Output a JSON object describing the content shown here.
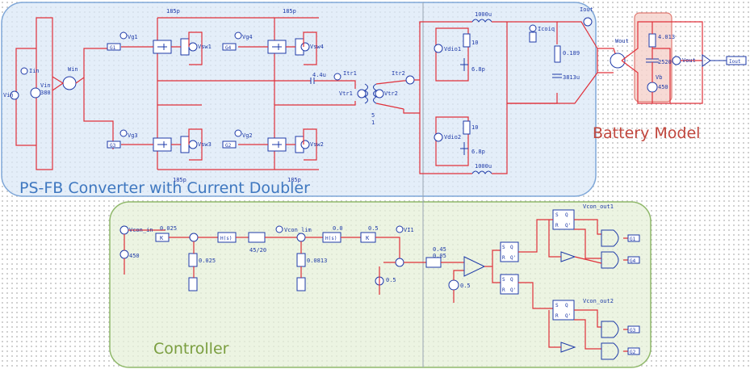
{
  "regions": {
    "converter": {
      "title": "PS-FB Converter with Current Doubler",
      "color": "#7fa7d8",
      "fill": "#dbe8f7"
    },
    "battery": {
      "title": "Battery Model",
      "color": "#e07a72",
      "fill": "#f6d3ce"
    },
    "controller": {
      "title": "Controller",
      "color": "#8fb86a",
      "fill": "#e6f0d8"
    }
  },
  "labels": {
    "cap_top_left": "185p",
    "cap_top_right": "185p",
    "cap_bot_left": "185p",
    "cap_bot_right": "185p",
    "vg1": "Vg1",
    "vg2": "Vg2",
    "vg3": "Vg3",
    "vg4": "Vg4",
    "g1": "G1",
    "g2": "G2",
    "g3": "G3",
    "g4": "G4",
    "vsw1": "Vsw1",
    "vsw2": "Vsw2",
    "vsw3": "Vsw3",
    "vsw4": "Vsw4",
    "iin": "Iin",
    "vin": "Vin",
    "vin_val": "380",
    "vin_src": "Vin",
    "win": "Win",
    "ind_lk": "4.4u",
    "itr1": "Itr1",
    "vtr1": "Vtr1",
    "vtr2": "Vtr2",
    "itr2": "Itr2",
    "turns_5": "5",
    "turns_1": "1",
    "lout_top": "1000u",
    "lout_bot": "1000u",
    "r10_top": "10",
    "r10_bot": "10",
    "c_top": "6.8p",
    "c_bot": "6.8p",
    "vdio1": "Vdio1",
    "vdio2": "Vdio2",
    "icoiq": "Icoiq",
    "r_esr": "0.189",
    "c_out": "3813u",
    "iout": "Iout",
    "wout": "Wout",
    "vout": "Vout",
    "iout_box": "Iout",
    "r_bat": "4.013",
    "c_bat": "2520",
    "vb": "Vb",
    "vb_val": "450",
    "ctrl": {
      "vcon_in": "Vcon_in",
      "src1": "450",
      "k1": "0.025",
      "k1b": "K",
      "fb1": "0.025",
      "hs1": "H(s)",
      "lim1": "45/20",
      "vcon_lim": "Vcon_lim",
      "k2top": "0.0",
      "hs2": "H(s)",
      "k2": "0.5",
      "k2b": "K",
      "fb2": "0.0813",
      "vi1": "VI1",
      "src2": "0.5",
      "lim2": "0.45",
      "lim2b": "0.05",
      "tri": "0.5",
      "vcon_out1": "Vcon_out1",
      "vcon_out2": "Vcon_out2",
      "g1": "G1",
      "g2": "G2",
      "g3": "G3",
      "g4": "G4",
      "ff_s": "S",
      "ff_r": "R",
      "ff_q": "Q",
      "ff_qb": "Q'"
    }
  },
  "colors": {
    "wire": "#e0303a",
    "component": "#1e3aa8"
  }
}
